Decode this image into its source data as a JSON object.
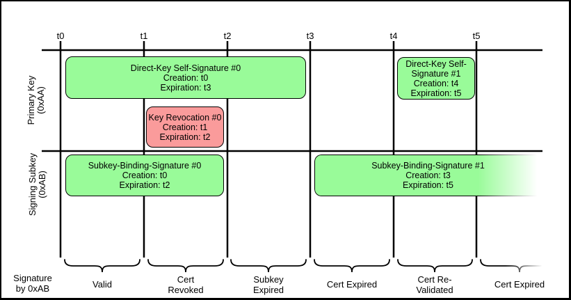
{
  "diagram": {
    "ticks": [
      "t0",
      "t1",
      "t2",
      "t3",
      "t4",
      "t5"
    ],
    "rows": [
      {
        "label": "Primary Key",
        "sublabel": "(0xAA)"
      },
      {
        "label": "Signing Subkey",
        "sublabel": "(0xAB)"
      }
    ],
    "boxes": [
      {
        "id": "direct-key-self-signature-0",
        "color": "green",
        "title": "Direct-Key Self-Signature #0",
        "creation": "Creation: t0",
        "expiration": "Expiration: t3"
      },
      {
        "id": "key-revocation-0",
        "color": "red",
        "title": "Key Revocation #0",
        "creation": "Creation: t1",
        "expiration": "Expiration: t2"
      },
      {
        "id": "direct-key-self-signature-1",
        "color": "green",
        "title": "Direct-Key Self-Signature #1",
        "creation": "Creation: t4",
        "expiration": "Expiration: t5"
      },
      {
        "id": "subkey-binding-signature-0",
        "color": "green",
        "title": "Subkey-Binding-Signature #0",
        "creation": "Creation: t0",
        "expiration": "Expiration: t2"
      },
      {
        "id": "subkey-binding-signature-1",
        "color": "green",
        "title": "Subkey-Binding-Signature #1",
        "creation": "Creation: t3",
        "expiration": "Expiration: t5"
      }
    ],
    "bottom_axis": {
      "label": "Signature by 0xAB",
      "segments": [
        {
          "label": "Valid"
        },
        {
          "label": "Cert Revoked"
        },
        {
          "label": "Subkey Expired"
        },
        {
          "label": "Cert Expired"
        },
        {
          "label": "Cert Re-Validated"
        },
        {
          "label": "Cert Expired"
        }
      ]
    },
    "colors": {
      "green": "#99FB99",
      "red": "#FA9B9B",
      "line": "#000000"
    }
  }
}
